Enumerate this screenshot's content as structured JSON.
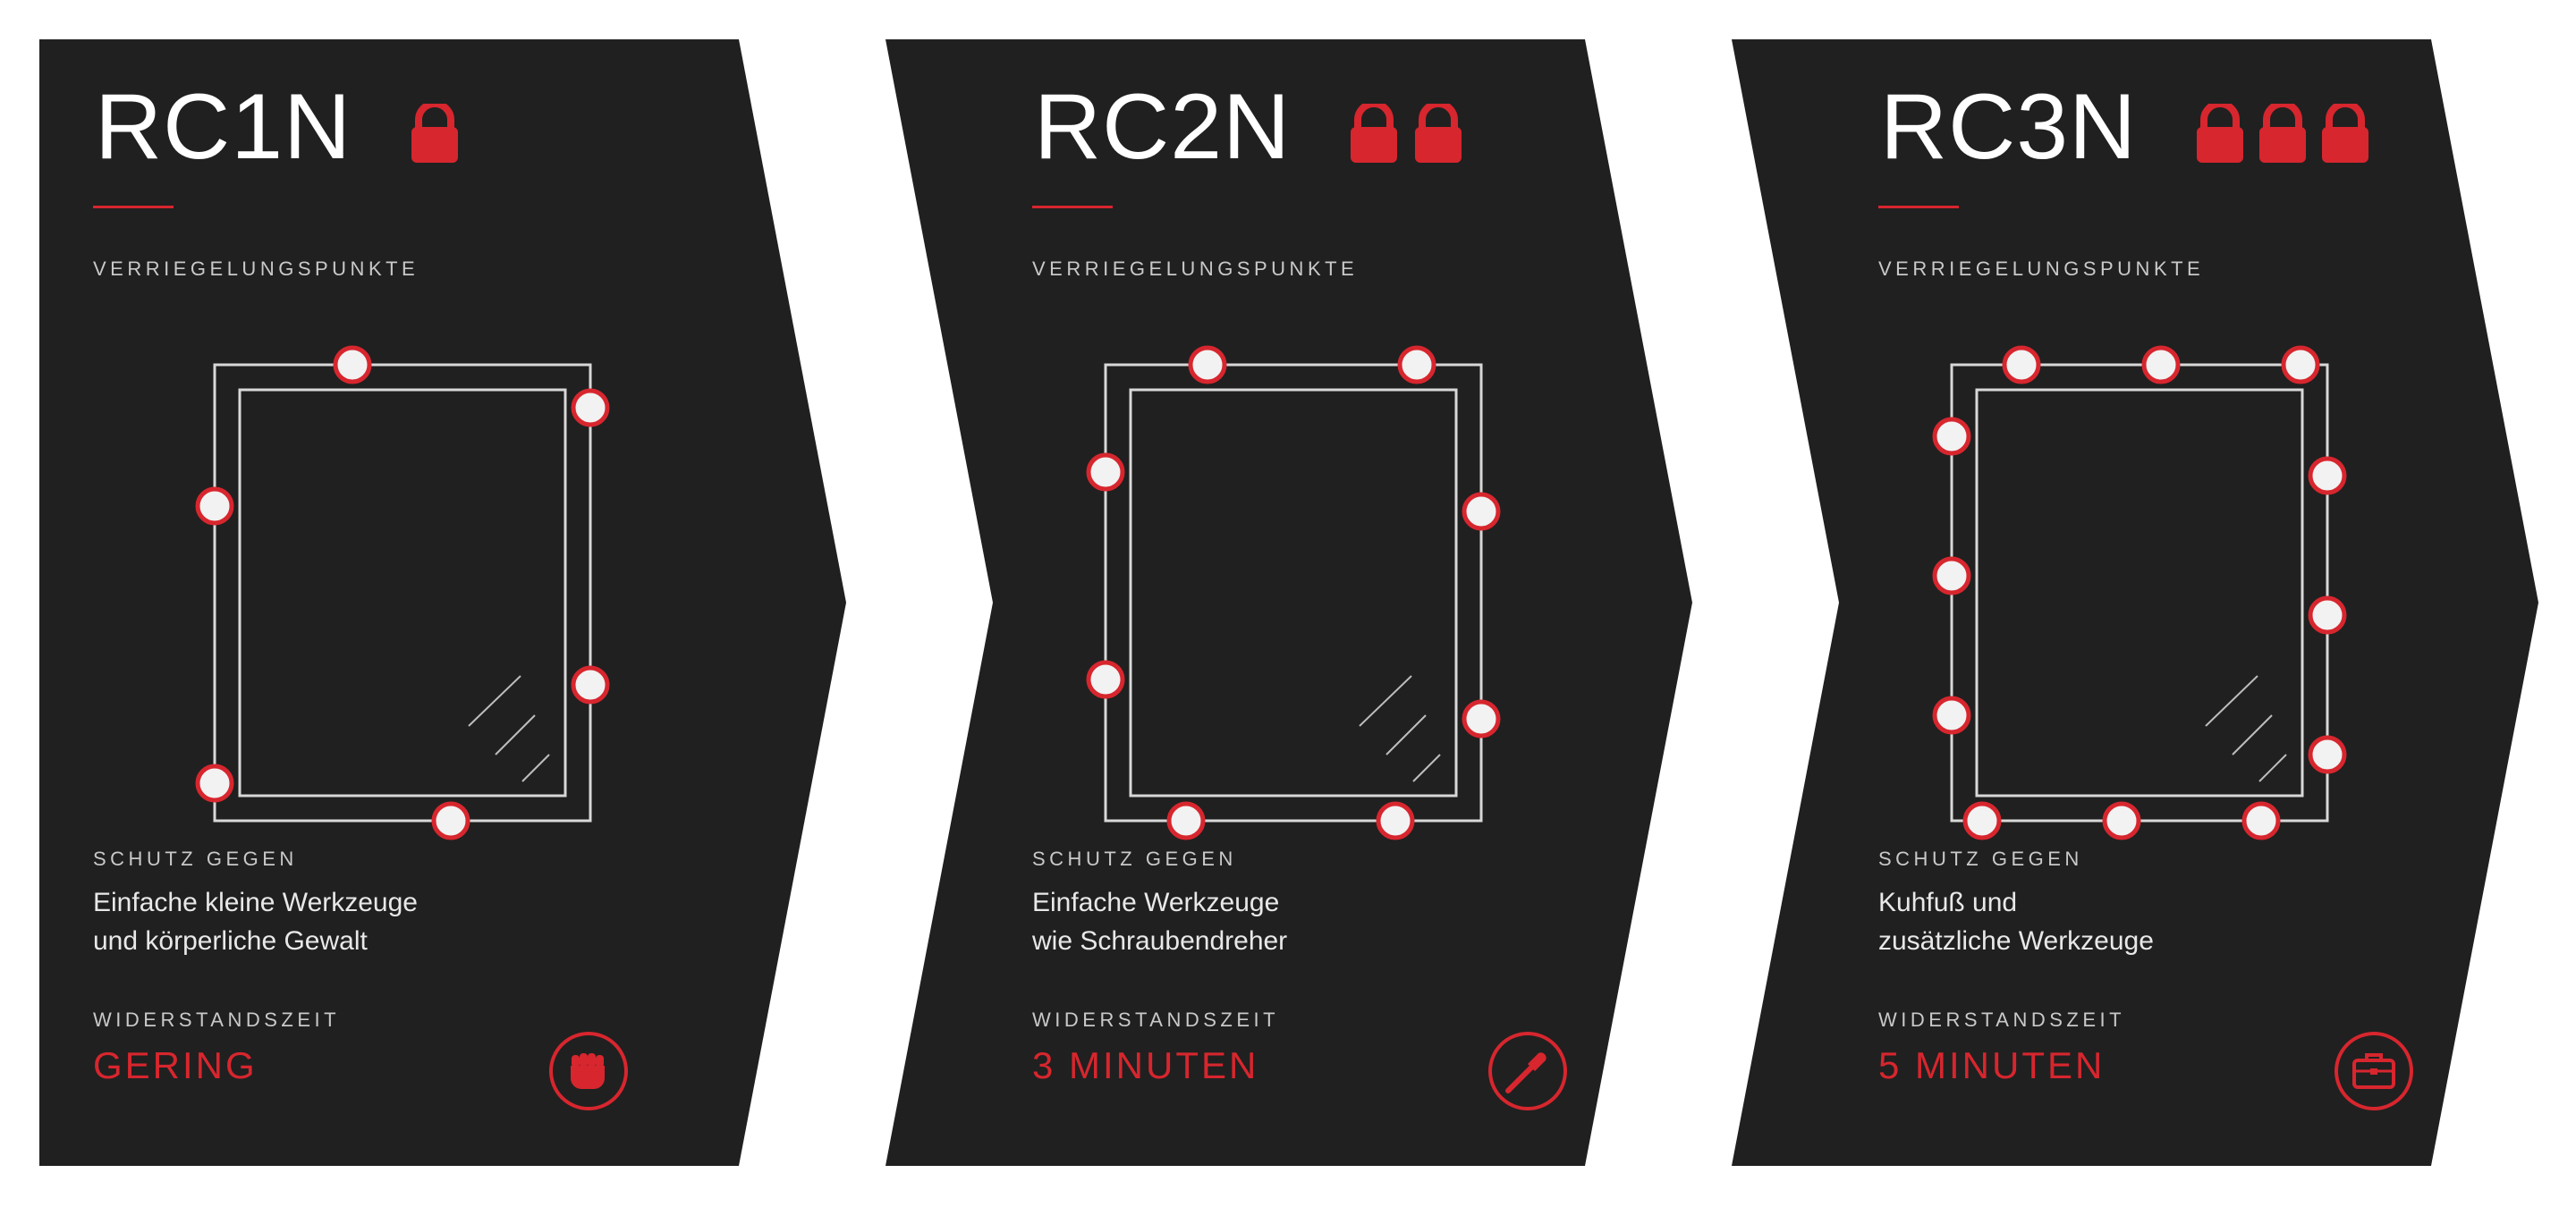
{
  "colors": {
    "card_bg": "#202020",
    "accent": "#d7262e",
    "line": "#d8d8d8",
    "point_fill": "#f2f2f2"
  },
  "cards": [
    {
      "title": "RC1N",
      "lock_count": 1,
      "locking_points_label": "VERRIEGELUNGSPUNKTE",
      "protection_label": "SCHUTZ GEGEN",
      "protection_lines": [
        "Einfache kleine Werkzeuge",
        "und körperliche Gewalt"
      ],
      "resistance_label": "WIDERSTANDSZEIT",
      "resistance_value": "GERING",
      "tool_icon": "fist-icon"
    },
    {
      "title": "RC2N",
      "lock_count": 2,
      "locking_points_label": "VERRIEGELUNGSPUNKTE",
      "protection_label": "SCHUTZ GEGEN",
      "protection_lines": [
        "Einfache Werkzeuge",
        "wie Schraubendreher"
      ],
      "resistance_label": "WIDERSTANDSZEIT",
      "resistance_value": "3 MINUTEN",
      "tool_icon": "screwdriver-icon"
    },
    {
      "title": "RC3N",
      "lock_count": 3,
      "locking_points_label": "VERRIEGELUNGSPUNKTE",
      "protection_label": "SCHUTZ GEGEN",
      "protection_lines": [
        "Kuhfuß und",
        "zusätzliche Werkzeuge"
      ],
      "resistance_label": "WIDERSTANDSZEIT",
      "resistance_value": "5 MINUTEN",
      "tool_icon": "toolbox-icon"
    }
  ]
}
